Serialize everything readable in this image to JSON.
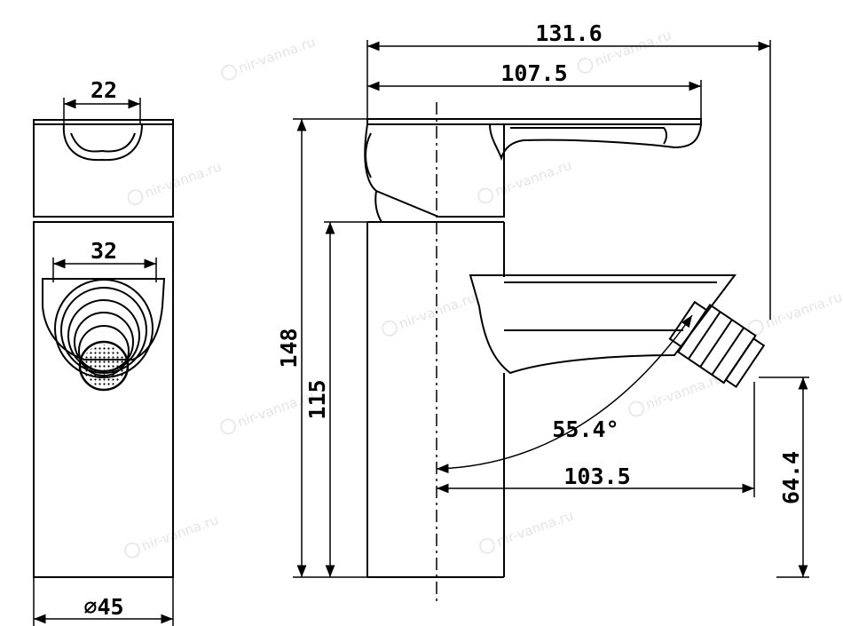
{
  "drawing": {
    "subject": "bidet mixer faucet technical drawing",
    "units": "mm",
    "side_view_dimensions": {
      "overall_length": "131.6",
      "handle_length": "107.5",
      "overall_height": "148",
      "body_height": "115",
      "spout_angle": "55.4°",
      "spout_reach": "103.5",
      "spout_height": "64.4"
    },
    "front_view_dimensions": {
      "handle_width": "22",
      "nozzle_width": "32",
      "body_diameter": "⌀45"
    },
    "watermark": "nir-vanna.ru",
    "colors": {
      "line": "#000000",
      "watermark": "#e4e4e4",
      "background": "#ffffff"
    }
  }
}
